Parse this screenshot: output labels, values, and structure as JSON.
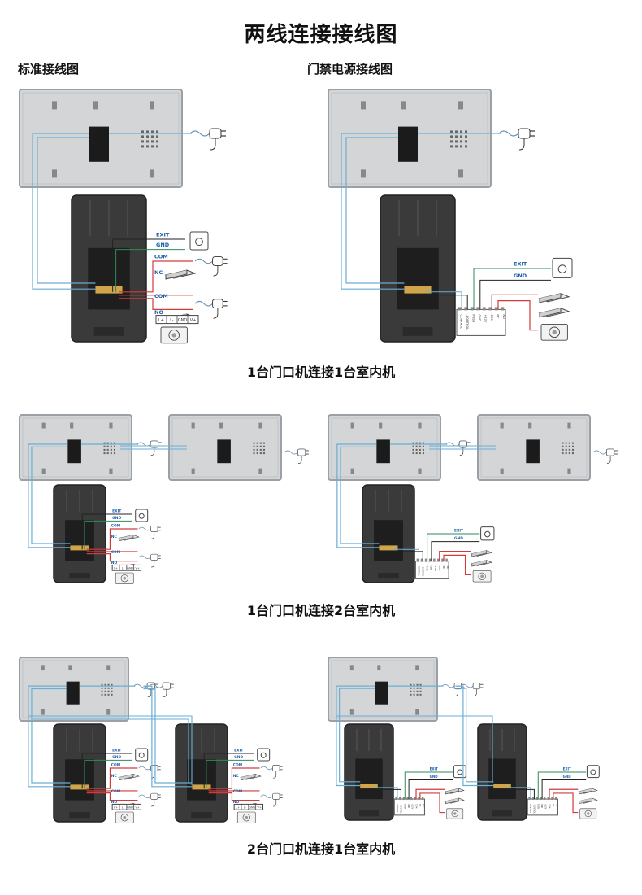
{
  "title": "两线连接接线图",
  "section_left": "标准接线图",
  "section_right": "门禁电源接线图",
  "captions": {
    "one_to_one": "1台门口机连接1台室内机",
    "one_to_two": "1台门口机连接2台室内机",
    "two_to_one": "2台门口机连接1台室内机"
  },
  "labels": {
    "exit": "EXIT",
    "gnd": "GND",
    "com": "COM",
    "nc": "NC",
    "no": "NO"
  },
  "terminals_standard": [
    "L+",
    "L-",
    "GND",
    "V+"
  ],
  "terminals_power": [
    "CONTROL",
    "-CONTROL",
    "PUSH",
    "GND",
    "+12V",
    "COM",
    "NC",
    "NO"
  ],
  "colors": {
    "panel": "#d3d5d7",
    "panel_edge": "#9aa0a6",
    "outdoor": "#3a3a3a",
    "wire_blue": "#6aaed6",
    "wire_red": "#d33a3a",
    "wire_green": "#2e8b57",
    "wire_black": "#222222",
    "label_blue": "#1f5fa8"
  }
}
